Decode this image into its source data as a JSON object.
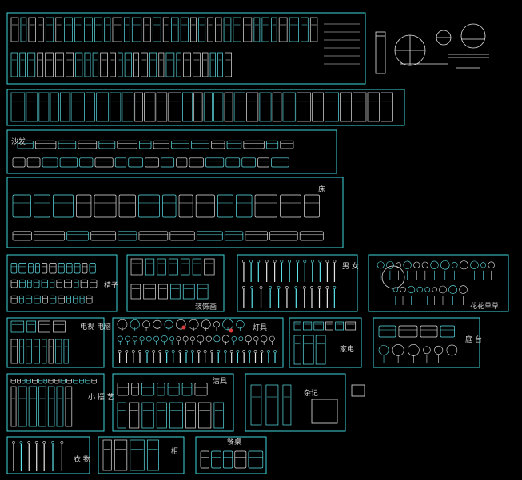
{
  "colors": {
    "background": "#000000",
    "frame": "#3fd6dc",
    "line_light": "#e6e6e6",
    "line_cyan": "#5ee3ea",
    "accent_red": "#e03b3b"
  },
  "labels": {
    "sofa": "沙发",
    "bed": "床",
    "chair": "椅子",
    "decor_painting": "装饰画",
    "male_female": "男 女",
    "plants": "花花草草",
    "tv_audio": "电视 电脑",
    "lamps": "灯具",
    "appliances": "家电",
    "courtyard": "庭 台",
    "decor_small": "小 摆 艺",
    "sanitary": "洁具",
    "misc": "杂记",
    "clothes": "衣 物",
    "cabinet": "柜",
    "dining": "餐桌"
  }
}
